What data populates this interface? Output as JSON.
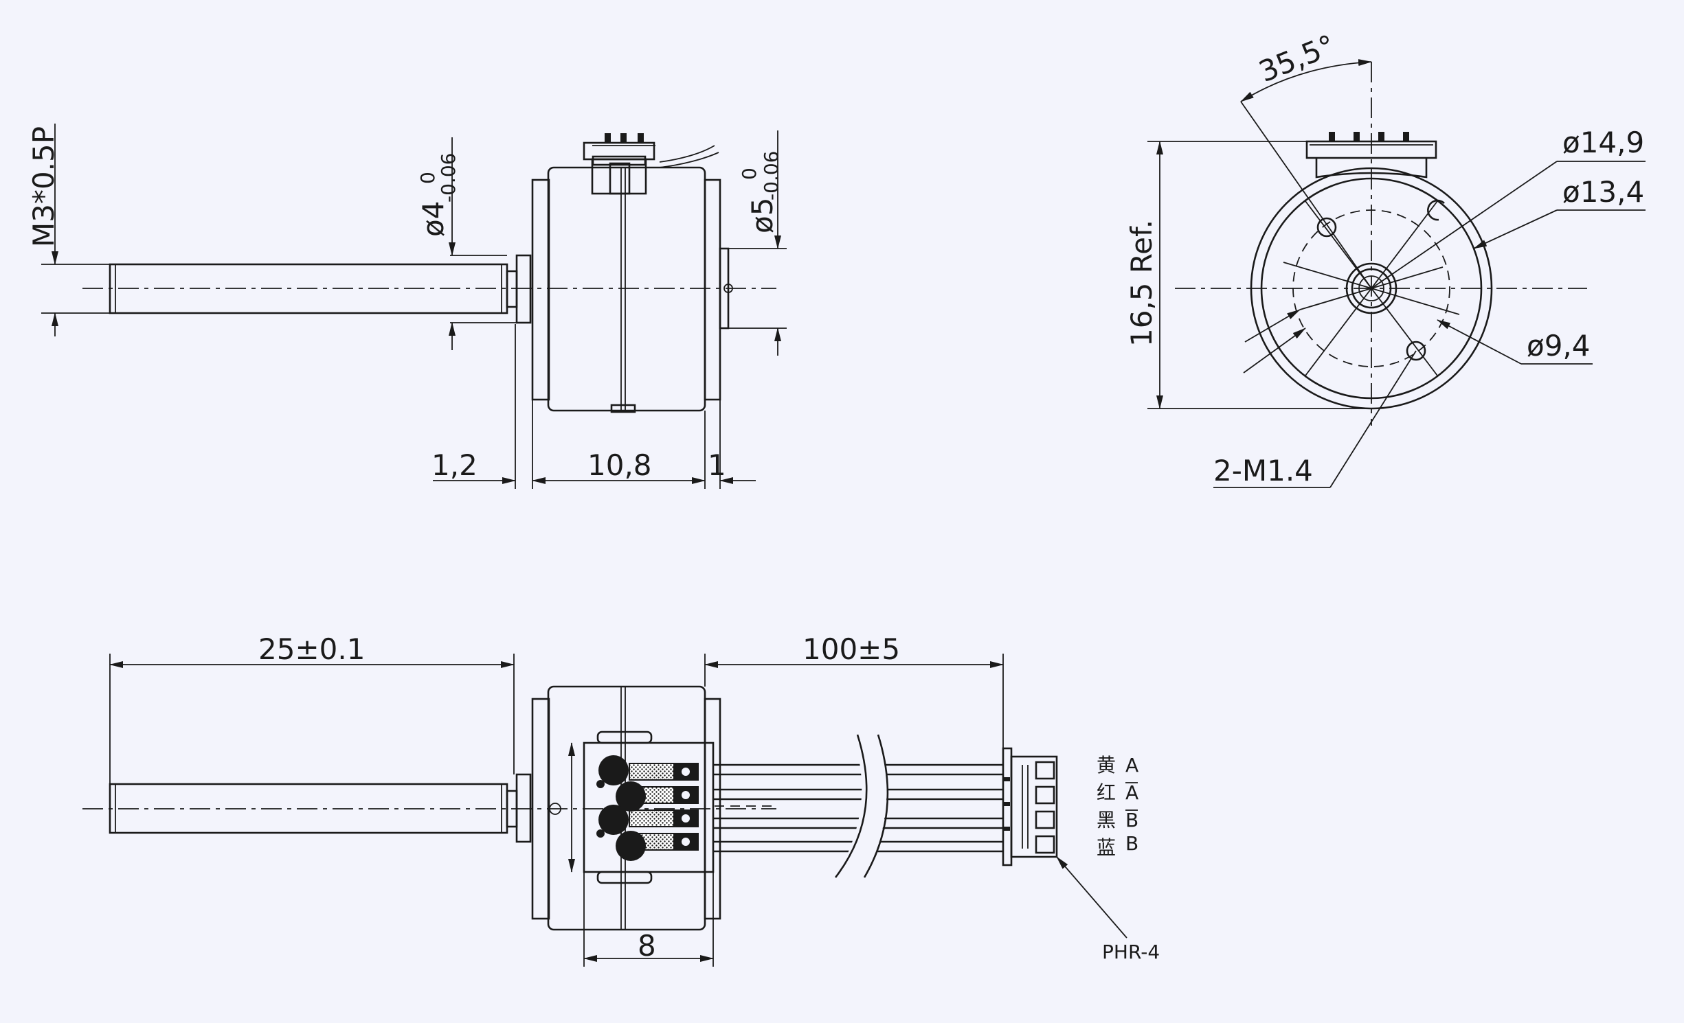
{
  "top_view": {
    "thread": "M3*0.5P",
    "shaft_diameter": "ø4",
    "shaft_tol_upper": "0",
    "shaft_tol_lower": "-0.06",
    "boss_diameter": "ø5",
    "boss_tol_upper": "0",
    "boss_tol_lower": "-0.06",
    "dim_flange": "1,2",
    "dim_body": "10,8",
    "dim_boss": "1"
  },
  "end_view": {
    "angle": "35,5°",
    "height": "16,5  Ref.",
    "outer_diameter": "ø14,9",
    "inner_diameter": "ø13,4",
    "hole_circle": "ø9,4",
    "mount_holes": "2-M1.4"
  },
  "bottom_view": {
    "shaft_length": "25±0.1",
    "lead_length": "100±5",
    "terminal_width": "8",
    "connector": "PHR-4",
    "wires": [
      {
        "color": "黄",
        "signal": "A"
      },
      {
        "color": "红",
        "signal": "A"
      },
      {
        "color": "黑",
        "signal": "B"
      },
      {
        "color": "蓝",
        "signal": "B"
      }
    ]
  }
}
